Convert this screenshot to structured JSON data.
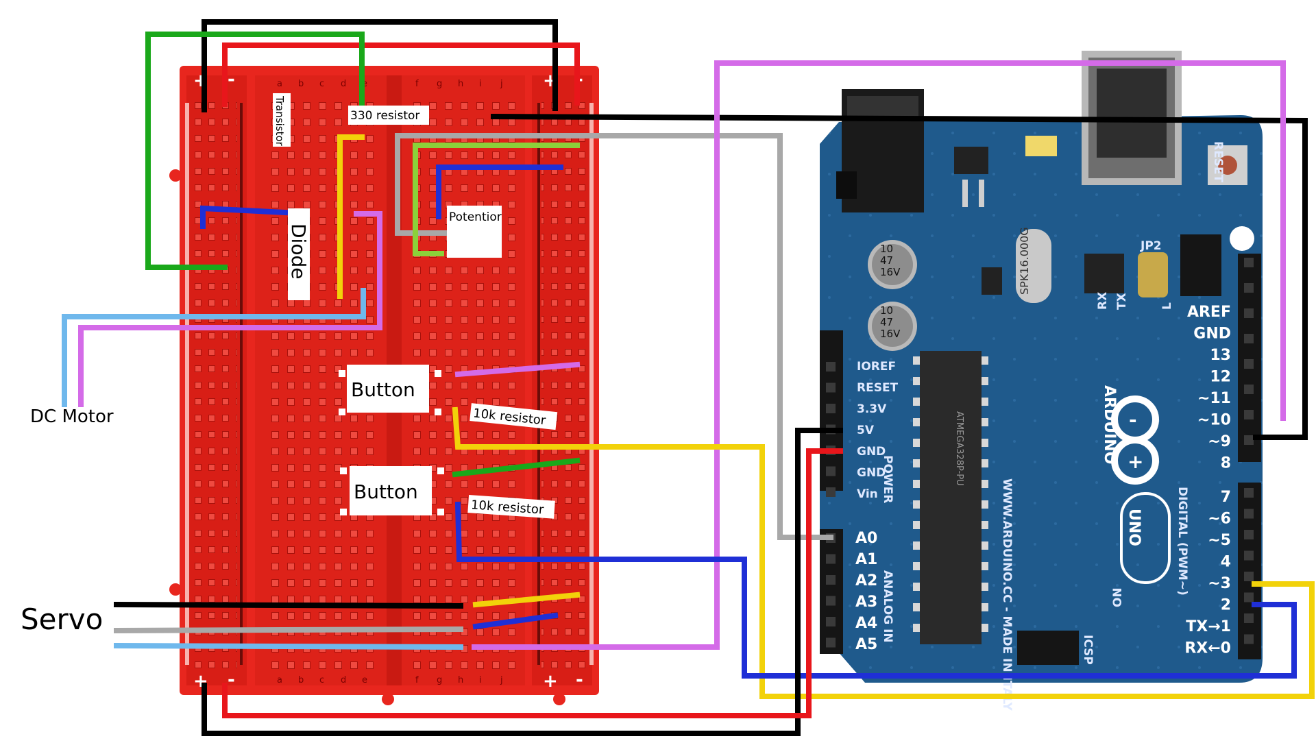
{
  "breadboard": {
    "plus_sign": "+",
    "minus_sign": "-",
    "column_letters_left": [
      "a",
      "b",
      "c",
      "d",
      "e"
    ],
    "column_letters_right": [
      "f",
      "g",
      "h",
      "i",
      "j"
    ]
  },
  "labels": {
    "transistor": "Transistor",
    "resistor_330": "330 resistor",
    "potentiometer": "Potentior",
    "diode": "Diode",
    "button_1": "Button",
    "button_2": "Button",
    "resistor_10k_1": "10k resistor",
    "resistor_10k_2": "10k resistor",
    "dc_motor": "DC Motor",
    "servo": "Servo"
  },
  "arduino": {
    "brand": "ARDUINO",
    "model": "UNO",
    "website": "WWW.ARDUINO.CC - MADE IN ITALY",
    "chip": "ATMEGA328P-PU",
    "crystal": "SPK16.000G",
    "cap_1": [
      "10",
      "47",
      "16V"
    ],
    "cap_2": [
      "10",
      "47",
      "16V"
    ],
    "power_header_title": "POWER",
    "analog_header_title": "ANALOG IN",
    "digital_header_title": "DIGITAL (PWM~)",
    "power_pins": [
      "IOREF",
      "RESET",
      "3.3V",
      "5V",
      "GND",
      "GND",
      "Vin"
    ],
    "analog_pins": [
      "A0",
      "A1",
      "A2",
      "A3",
      "A4",
      "A5"
    ],
    "digital_top_pins": [
      "AREF",
      "GND",
      "13",
      "12",
      "~11",
      "~10",
      "~9",
      "8"
    ],
    "digital_bottom_pins": [
      "7",
      "~6",
      "~5",
      "4",
      "~3",
      "2",
      "TX→1",
      "RX←0"
    ],
    "rx_label": "RX",
    "tx_label": "TX",
    "l_label": "L",
    "on_label": "ON",
    "icsp_label": "ICSP",
    "jp2_label": "JP2",
    "reset_label": "RESET"
  },
  "colors": {
    "breadboard": "#e8261e",
    "arduino_board": "#1f5a8c",
    "wire_black": "#000000",
    "wire_red": "#e8161b",
    "wire_green": "#1aa81a",
    "wire_lightgreen": "#8bd13a",
    "wire_blue": "#1f2fd6",
    "wire_yellow": "#f2d20a",
    "wire_gray": "#a8a8a8",
    "wire_lightblue": "#6fb8ec",
    "wire_violet": "#d46be8"
  }
}
